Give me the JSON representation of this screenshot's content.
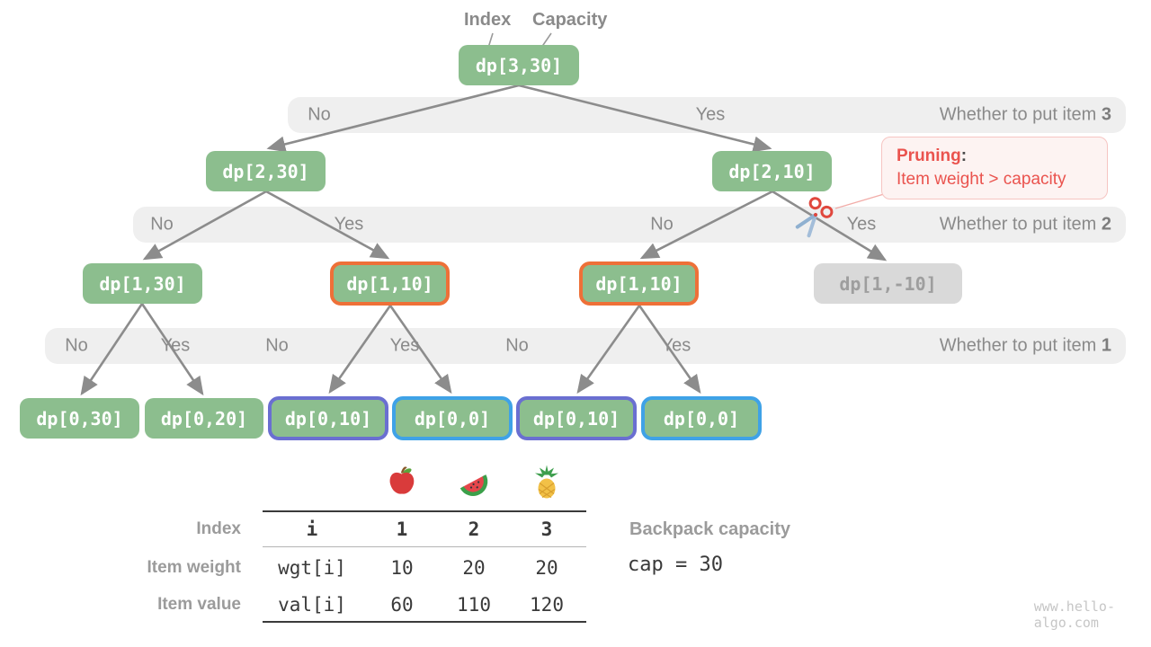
{
  "header": {
    "index": "Index",
    "capacity": "Capacity"
  },
  "nodes": [
    {
      "label": "dp[3,30]",
      "variant": "green"
    },
    {
      "label": "dp[2,30]",
      "variant": "green"
    },
    {
      "label": "dp[2,10]",
      "variant": "green"
    },
    {
      "label": "dp[1,30]",
      "variant": "green"
    },
    {
      "label": "dp[1,10]",
      "variant": "orange"
    },
    {
      "label": "dp[1,10]",
      "variant": "orange"
    },
    {
      "label": "dp[1,-10]",
      "variant": "gray"
    },
    {
      "label": "dp[0,30]",
      "variant": "green"
    },
    {
      "label": "dp[0,20]",
      "variant": "green"
    },
    {
      "label": "dp[0,10]",
      "variant": "purple"
    },
    {
      "label": "dp[0,0]",
      "variant": "blue"
    },
    {
      "label": "dp[0,10]",
      "variant": "purple"
    },
    {
      "label": "dp[0,0]",
      "variant": "blue"
    }
  ],
  "bands": [
    {
      "question": "Whether to put item",
      "item": "3",
      "choices": [
        "No",
        "Yes"
      ]
    },
    {
      "question": "Whether to put item",
      "item": "2",
      "choices": [
        "No",
        "Yes",
        "No",
        "Yes"
      ]
    },
    {
      "question": "Whether to put item",
      "item": "1",
      "choices": [
        "No",
        "Yes",
        "No",
        "Yes",
        "No",
        "Yes"
      ]
    }
  ],
  "pruning": {
    "title": "Pruning",
    "colon": ":",
    "detail": "Item weight > capacity"
  },
  "items_table": {
    "icons": [
      "apple-icon",
      "watermelon-icon",
      "pineapple-icon"
    ],
    "rows": [
      {
        "label": "Index",
        "cells": [
          "i",
          "1",
          "2",
          "3"
        ]
      },
      {
        "label": "Item weight",
        "cells": [
          "wgt[i]",
          "10",
          "20",
          "20"
        ]
      },
      {
        "label": "Item value",
        "cells": [
          "val[i]",
          "60",
          "110",
          "120"
        ]
      }
    ]
  },
  "backpack": {
    "label": "Backpack capacity",
    "value": "cap = 30"
  },
  "watermark": "www.hello-algo.com",
  "colors": {
    "node_green": "#8cbe8e",
    "node_gray": "#d9d9d9",
    "border_orange": "#ee7038",
    "border_purple": "#6a6fd1",
    "border_blue": "#3fa2e7",
    "band_bg": "#efefef",
    "arrow": "#8c8c8c",
    "pruning_red": "#ea534e"
  }
}
